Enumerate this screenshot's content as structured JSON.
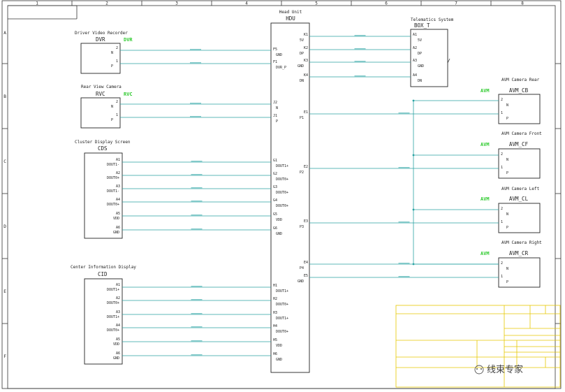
{
  "frame": {
    "columns": [
      "1",
      "2",
      "3",
      "4",
      "5",
      "6",
      "7",
      "8"
    ],
    "rows": [
      "A",
      "B",
      "C",
      "D",
      "E",
      "F"
    ]
  },
  "hdu": {
    "title": "Head Unit",
    "name": "HDU",
    "left_pins": [
      {
        "pin": "F5",
        "sig": "GND"
      },
      {
        "pin": "F1",
        "sig": "DVR_P"
      },
      {
        "pin": "J2",
        "sig": "N"
      },
      {
        "pin": "J1",
        "sig": "P"
      },
      {
        "pin": "G1",
        "sig": "DOUT1+"
      },
      {
        "pin": "G2",
        "sig": "DOUT0+"
      },
      {
        "pin": "G3",
        "sig": "DOUT0+"
      },
      {
        "pin": "G4",
        "sig": "DOUT0+"
      },
      {
        "pin": "G5",
        "sig": "VDD"
      },
      {
        "pin": "G6",
        "sig": "GND"
      },
      {
        "pin": "H1",
        "sig": "DOUT1+"
      },
      {
        "pin": "H2",
        "sig": "DOUT0+"
      },
      {
        "pin": "H3",
        "sig": "DOUT1+"
      },
      {
        "pin": "H4",
        "sig": "DOUT0+"
      },
      {
        "pin": "H5",
        "sig": "VDD"
      },
      {
        "pin": "H6",
        "sig": "GND"
      }
    ],
    "right_pins": [
      {
        "pin": "K1",
        "sig": "5V"
      },
      {
        "pin": "K2",
        "sig": "DP"
      },
      {
        "pin": "K3",
        "sig": "GND"
      },
      {
        "pin": "K4",
        "sig": "DN"
      },
      {
        "pin": "E1",
        "sig": "P1"
      },
      {
        "pin": "E2",
        "sig": "P2"
      },
      {
        "pin": "E3",
        "sig": "P3"
      },
      {
        "pin": "E4",
        "sig": "P4"
      },
      {
        "pin": "E5",
        "sig": "GND"
      }
    ]
  },
  "dvr": {
    "title": "Driver Video Recorder",
    "name": "DVR",
    "tag": "DVR",
    "pins": [
      {
        "pin": "2",
        "sig": "N"
      },
      {
        "pin": "1",
        "sig": "P"
      }
    ]
  },
  "rvc": {
    "title": "Rear View Camera",
    "name": "RVC",
    "tag": "RVC",
    "pins": [
      {
        "pin": "2",
        "sig": "N"
      },
      {
        "pin": "1",
        "sig": "P"
      }
    ]
  },
  "cds": {
    "title": "Cluster Display Screen",
    "name": "CDS",
    "pins": [
      {
        "pin": "A1",
        "sig": "DOUT1-"
      },
      {
        "pin": "A2",
        "sig": "DOUT0+"
      },
      {
        "pin": "A3",
        "sig": "DOUT1-"
      },
      {
        "pin": "A4",
        "sig": "DOUT0+"
      },
      {
        "pin": "A5",
        "sig": "VDD"
      },
      {
        "pin": "A6",
        "sig": "GND"
      }
    ]
  },
  "cid": {
    "title": "Center Information Display",
    "name": "CID",
    "pins": [
      {
        "pin": "A1",
        "sig": "DOUT1+"
      },
      {
        "pin": "A2",
        "sig": "DOUT0+"
      },
      {
        "pin": "A3",
        "sig": "DOUT1+"
      },
      {
        "pin": "A4",
        "sig": "DOUT0+"
      },
      {
        "pin": "A5",
        "sig": "VDD"
      },
      {
        "pin": "A6",
        "sig": "GND"
      }
    ]
  },
  "box": {
    "title": "Telematics System",
    "name": "BOX_T",
    "pins": [
      {
        "pin": "A1",
        "sig": "5V"
      },
      {
        "pin": "A2",
        "sig": "DP"
      },
      {
        "pin": "A3",
        "sig": "GND"
      },
      {
        "pin": "A4",
        "sig": "DN"
      }
    ]
  },
  "avm": [
    {
      "title": "AVM Camera Rear",
      "name": "AVM_CB",
      "tag": "AVM",
      "pins": [
        {
          "pin": "2",
          "sig": "N"
        },
        {
          "pin": "1",
          "sig": "P"
        }
      ]
    },
    {
      "title": "AVM Camera Front",
      "name": "AVM_CF",
      "tag": "AVM",
      "pins": [
        {
          "pin": "2",
          "sig": "N"
        },
        {
          "pin": "1",
          "sig": "P"
        }
      ]
    },
    {
      "title": "AVM Camera Left",
      "name": "AVM_CL",
      "tag": "AVM",
      "pins": [
        {
          "pin": "2",
          "sig": "N"
        },
        {
          "pin": "1",
          "sig": "P"
        }
      ]
    },
    {
      "title": "AVM Camera Right",
      "name": "AVM_CR",
      "tag": "AVM",
      "pins": [
        {
          "pin": "2",
          "sig": "N"
        },
        {
          "pin": "1",
          "sig": "P"
        }
      ]
    }
  ],
  "watermark": "线束专家",
  "colors": {
    "wire": "#2aa3a3",
    "tag_green": "#33cc33",
    "title_block": "#e6c800",
    "line": "#222222"
  }
}
